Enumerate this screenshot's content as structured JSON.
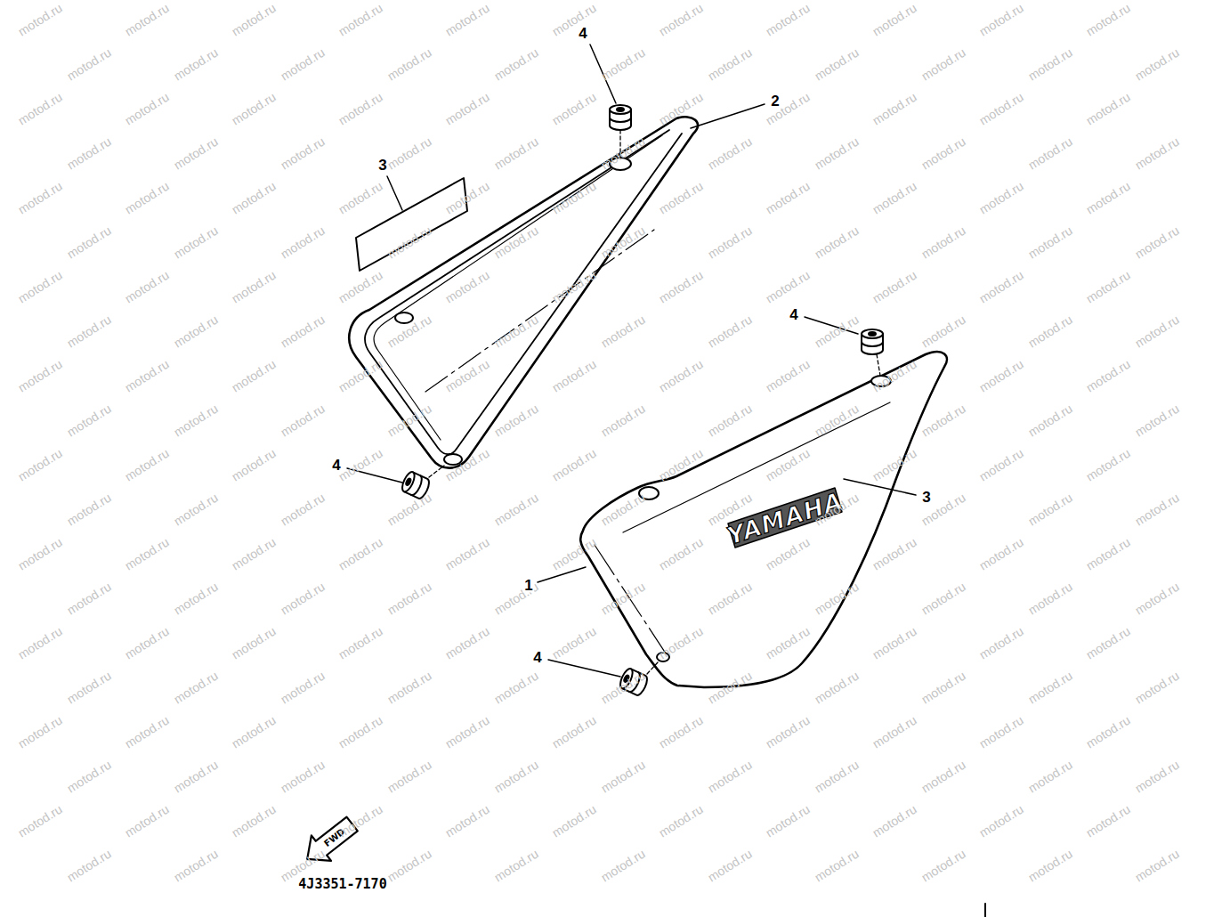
{
  "diagram": {
    "labels": [
      "4",
      "2",
      "3",
      "4",
      "4",
      "3",
      "YAMAHA",
      "1",
      "4",
      "FWD",
      "4J3351-7170",
      "motod.ru",
      "motod.ru",
      "motod.ru",
      "motod.ru",
      "motod.ru",
      "motod.ru",
      "motod.ru",
      "motod.ru",
      "motod.ru",
      "motod.ru",
      "motod.ru",
      "motod.ru",
      "motod.ru",
      "motod.ru",
      "motod.ru",
      "motod.ru",
      "motod.ru",
      "motod.ru",
      "motod.ru",
      "motod.ru",
      "motod.ru",
      "motod.ru",
      "motod.ru",
      "motod.ru",
      "motod.ru",
      "motod.ru",
      "motod.ru",
      "motod.ru",
      "motod.ru",
      "motod.ru",
      "motod.ru",
      "motod.ru",
      "motod.ru",
      "motod.ru",
      "motod.ru",
      "motod.ru",
      "motod.ru",
      "motod.ru",
      "motod.ru",
      "motod.ru",
      "motod.ru",
      "motod.ru",
      "motod.ru",
      "motod.ru",
      "motod.ru",
      "motod.ru",
      "motod.ru",
      "motod.ru",
      "motod.ru",
      "motod.ru",
      "motod.ru",
      "motod.ru",
      "motod.ru",
      "motod.ru",
      "motod.ru",
      "motod.ru",
      "motod.ru",
      "motod.ru",
      "motod.ru",
      "motod.ru",
      "motod.ru",
      "motod.ru",
      "motod.ru",
      "motod.ru",
      "motod.ru",
      "motod.ru",
      "motod.ru",
      "motod.ru",
      "motod.ru",
      "motod.ru",
      "motod.ru",
      "motod.ru",
      "motod.ru",
      "motod.ru",
      "motod.ru",
      "motod.ru",
      "motod.ru",
      "motod.ru",
      "motod.ru",
      "motod.ru",
      "motod.ru",
      "motod.ru",
      "motod.ru",
      "motod.ru",
      "motod.ru",
      "motod.ru",
      "motod.ru",
      "motod.ru",
      "motod.ru",
      "motod.ru",
      "motod.ru",
      "motod.ru",
      "motod.ru",
      "motod.ru",
      "motod.ru",
      "motod.ru",
      "motod.ru",
      "motod.ru",
      "motod.ru",
      "motod.ru",
      "motod.ru",
      "motod.ru",
      "motod.ru",
      "motod.ru",
      "motod.ru",
      "motod.ru",
      "motod.ru",
      "motod.ru",
      "motod.ru",
      "motod.ru",
      "motod.ru",
      "motod.ru",
      "motod.ru",
      "motod.ru",
      "motod.ru",
      "motod.ru",
      "motod.ru",
      "motod.ru",
      "motod.ru",
      "motod.ru",
      "motod.ru",
      "motod.ru",
      "motod.ru",
      "motod.ru",
      "motod.ru",
      "motod.ru",
      "motod.ru",
      "motod.ru",
      "motod.ru",
      "motod.ru",
      "motod.ru",
      "motod.ru",
      "motod.ru",
      "motod.ru",
      "motod.ru",
      "motod.ru",
      "motod.ru",
      "motod.ru",
      "motod.ru",
      "motod.ru",
      "motod.ru",
      "motod.ru",
      "motod.ru",
      "motod.ru",
      "motod.ru",
      "motod.ru",
      "motod.ru",
      "motod.ru",
      "motod.ru",
      "motod.ru",
      "motod.ru",
      "motod.ru",
      "motod.ru",
      "motod.ru",
      "motod.ru",
      "motod.ru",
      "motod.ru",
      "motod.ru",
      "motod.ru",
      "motod.ru",
      "motod.ru",
      "motod.ru",
      "motod.ru",
      "motod.ru",
      "motod.ru",
      "motod.ru",
      "motod.ru",
      "motod.ru",
      "motod.ru",
      "motod.ru",
      "motod.ru",
      "motod.ru",
      "motod.ru",
      "motod.ru",
      "motod.ru",
      "motod.ru",
      "motod.ru",
      "motod.ru",
      "motod.ru",
      "motod.ru",
      "motod.ru",
      "motod.ru",
      "motod.ru",
      "motod.ru",
      "motod.ru",
      "motod.ru",
      "motod.ru",
      "motod.ru",
      "motod.ru",
      "motod.ru",
      "motod.ru",
      "motod.ru",
      "motod.ru",
      "motod.ru",
      "motod.ru",
      "motod.ru",
      "motod.ru",
      "motod.ru",
      "motod.ru",
      "motod.ru",
      "motod.ru",
      "motod.ru",
      "motod.ru",
      "motod.ru",
      "motod.ru",
      "motod.ru",
      "motod.ru",
      "motod.ru",
      "motod.ru",
      "motod.ru",
      "motod.ru",
      "motod.ru",
      "motod.ru",
      "motod.ru",
      "motod.ru",
      "motod.ru",
      "motod.ru",
      "motod.ru",
      "motod.ru",
      "motod.ru"
    ]
  }
}
